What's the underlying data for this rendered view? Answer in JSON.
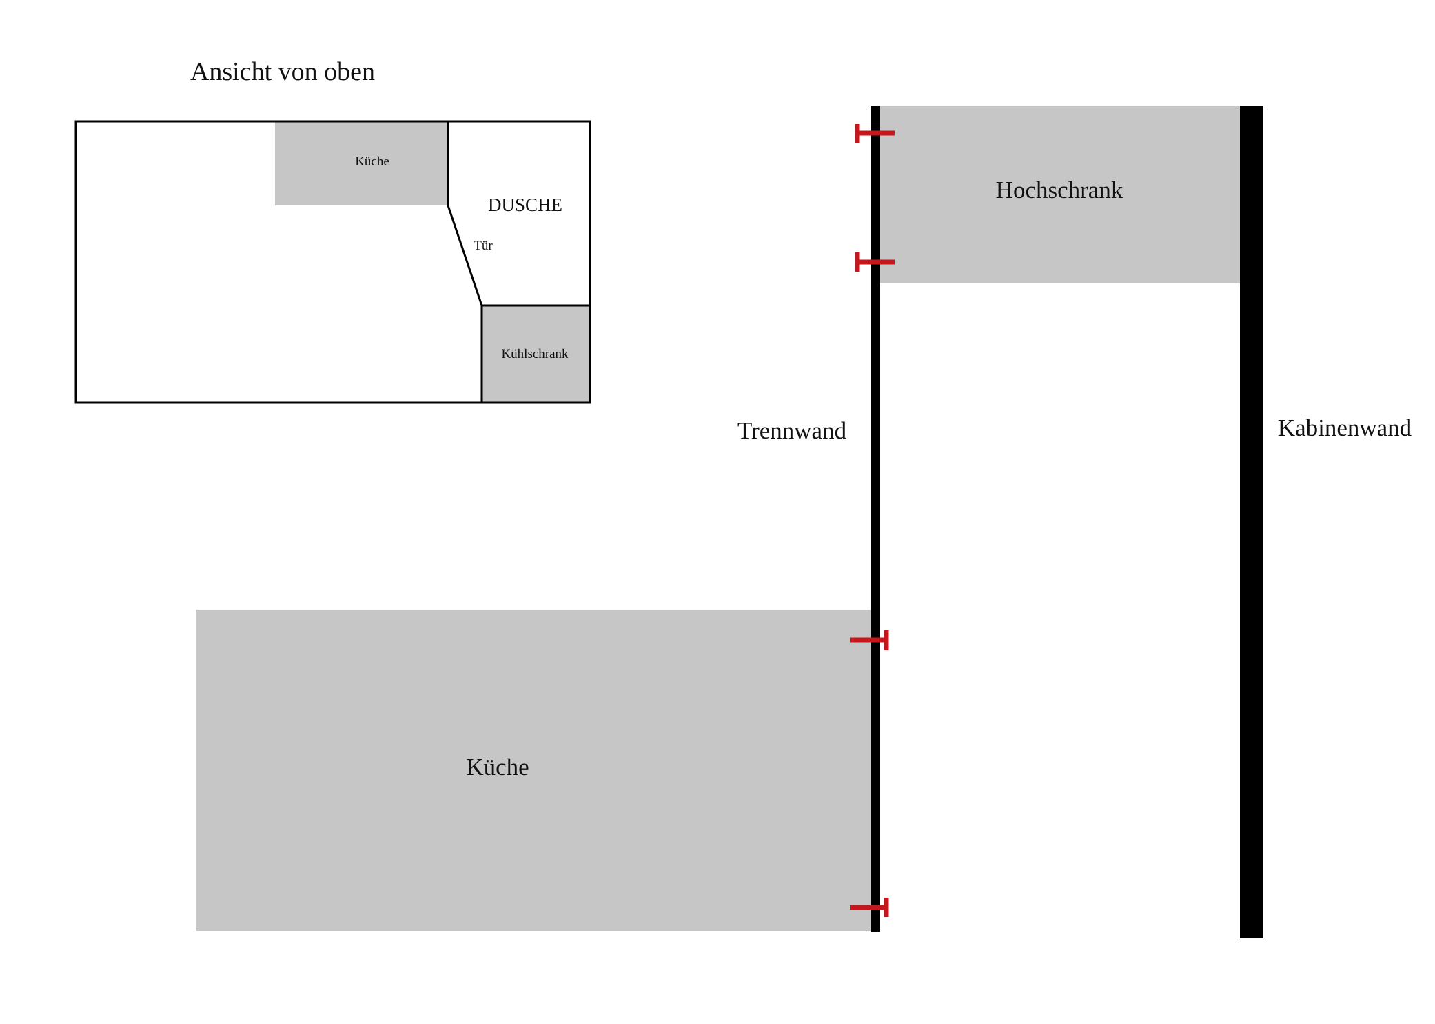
{
  "colors": {
    "background": "#ffffff",
    "wall": "#000000",
    "furniture": "#c5c6c5",
    "mount": "#c8161d",
    "outline": "#000000"
  },
  "top_view": {
    "title": "Ansicht von oben",
    "kitchen_label": "Küche",
    "shower_label": "DUSCHE",
    "door_label": "Tür",
    "fridge_label": "Kühlschrank"
  },
  "elevation": {
    "tall_cabinet_label": "Hochschrank",
    "partition_wall_label": "Trennwand",
    "cabin_wall_label": "Kabinenwand",
    "kitchen_label": "Küche"
  }
}
